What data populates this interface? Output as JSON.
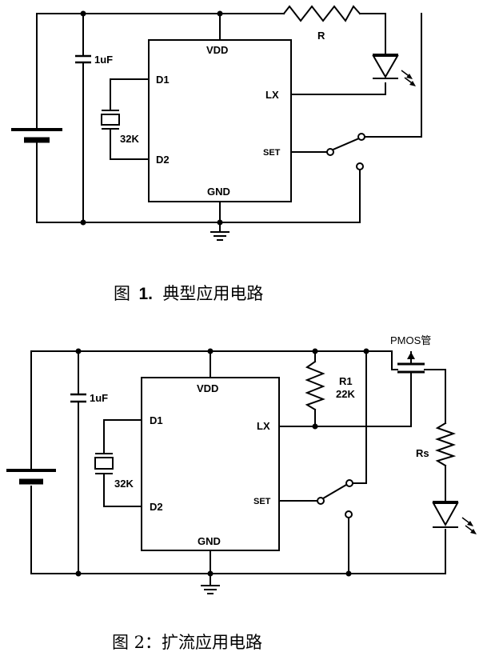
{
  "figure1": {
    "labels": {
      "vdd": "VDD",
      "gnd": "GND",
      "d1": "D1",
      "d2": "D2",
      "lx": "LX",
      "set": "SET",
      "cap": "1uF",
      "crystal": "32K",
      "resistor": "R"
    },
    "caption": {
      "prefix": "图",
      "number": "1.",
      "text": "典型应用电路"
    }
  },
  "figure2": {
    "labels": {
      "vdd": "VDD",
      "gnd": "GND",
      "d1": "D1",
      "d2": "D2",
      "lx": "LX",
      "set": "SET",
      "cap": "1uF",
      "crystal": "32K",
      "r1": "R1",
      "r1_value": "22K",
      "pmos": "PMOS管",
      "rs": "Rs"
    },
    "caption": "图 2：扩流应用电路"
  }
}
